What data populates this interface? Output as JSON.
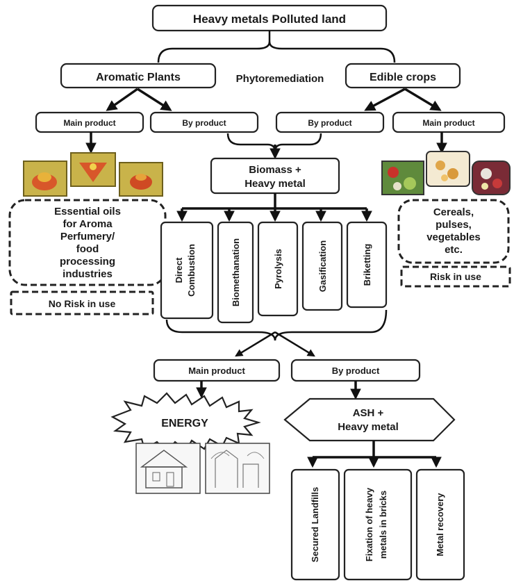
{
  "title": "Heavy metals Polluted land",
  "phytoremediation": "Phytoremediation",
  "aromatic": {
    "label": "Aromatic Plants",
    "main": "Main product",
    "by": "By product",
    "use": [
      "Essential oils",
      "for Aroma",
      "Perfumery/",
      "food",
      "processing",
      "industries"
    ],
    "risk": "No Risk in use"
  },
  "edible": {
    "label": "Edible crops",
    "main": "Main product",
    "by": "By product",
    "use": [
      "Cereals,",
      "pulses,",
      "vegetables",
      "etc."
    ],
    "risk": "Risk in use"
  },
  "biomass": [
    "Biomass +",
    "Heavy metal"
  ],
  "processes": [
    {
      "lines": [
        "Direct",
        "Combustion"
      ]
    },
    {
      "lines": [
        "Biomethanation"
      ]
    },
    {
      "lines": [
        "Pyrolysis"
      ]
    },
    {
      "lines": [
        "Gasification"
      ]
    },
    {
      "lines": [
        "Briketting"
      ]
    }
  ],
  "outcome": {
    "main": "Main product",
    "by": "By product",
    "energy": "ENERGY",
    "ash": [
      "ASH +",
      "Heavy metal"
    ],
    "disposal": [
      {
        "lines": [
          "Secured Landfills"
        ]
      },
      {
        "lines": [
          "Fixation of heavy",
          "metals in bricks"
        ]
      },
      {
        "lines": [
          "Metal recovery"
        ]
      }
    ]
  },
  "colors": {
    "line": "#111111",
    "box_fill": "#ffffff",
    "flower_frame": "#8a7a2a",
    "flower_petal": "#d8572a",
    "flower_bg": "#c9b34a"
  }
}
